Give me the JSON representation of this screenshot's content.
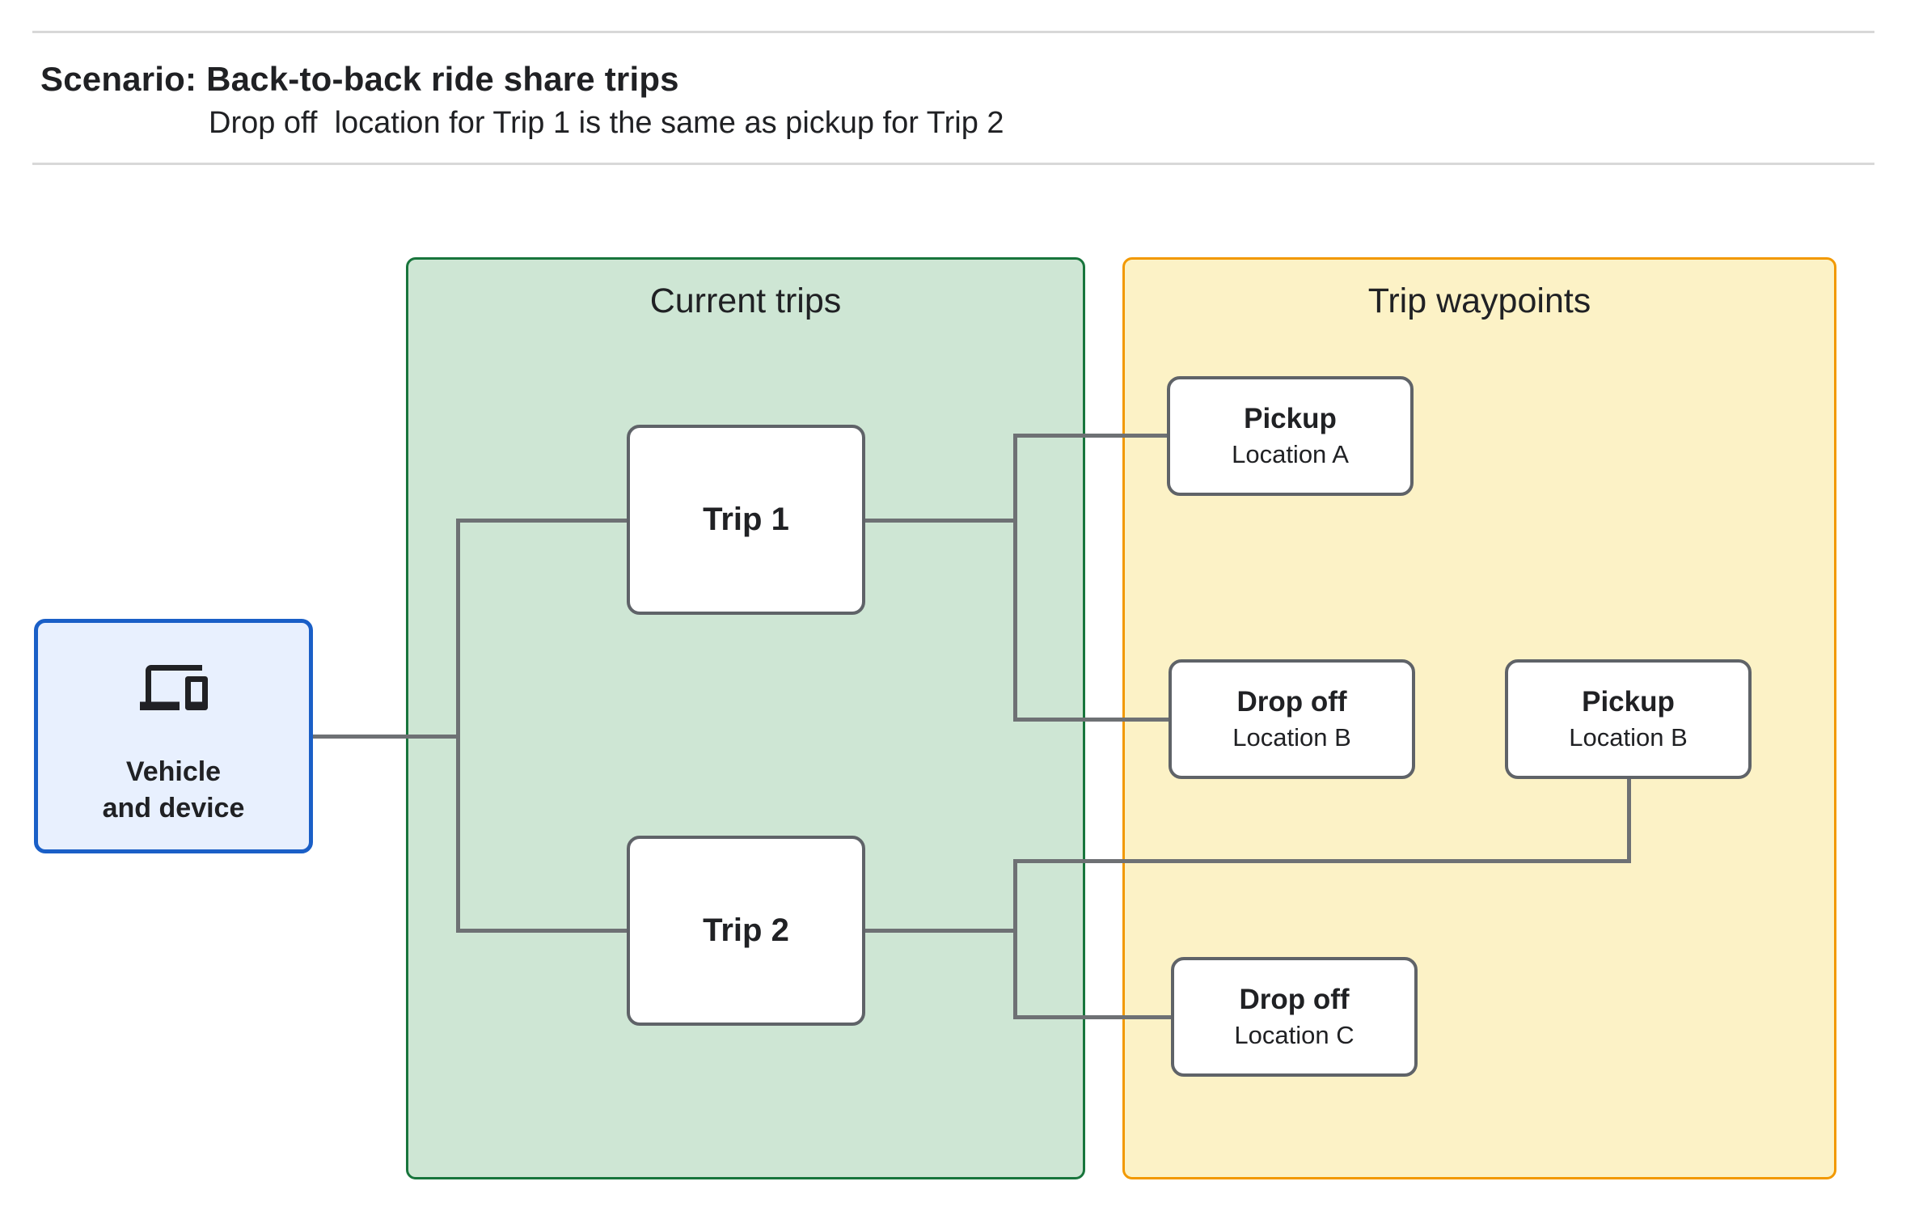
{
  "page": {
    "title": "Scenario: Back-to-back ride share trips",
    "subtitle": "Drop off  location for Trip 1 is the same as pickup for Trip 2"
  },
  "theme": {
    "background": "#FFFFFF",
    "divider": "#D8D8D8",
    "text": "#202124",
    "connector": "#6E7174",
    "node_border": "#5F6368",
    "node_fill": "#FFFFFF",
    "vehicle_fill": "#E8F0FE",
    "vehicle_border": "#1A5FC7",
    "trips_fill": "#CEE6D4",
    "trips_border": "#18753C",
    "waypoints_fill": "#FCF2C6",
    "waypoints_border": "#F29900"
  },
  "containers": {
    "current_trips": {
      "label": "Current trips"
    },
    "trip_waypoints": {
      "label": "Trip waypoints"
    }
  },
  "nodes": {
    "vehicle": {
      "label": "Vehicle\nand device",
      "icon": "devices-icon"
    },
    "trip1": {
      "label": "Trip 1"
    },
    "trip2": {
      "label": "Trip 2"
    },
    "pickup_a": {
      "title": "Pickup",
      "subtitle": "Location A"
    },
    "dropoff_b": {
      "title": "Drop off",
      "subtitle": "Location B"
    },
    "pickup_b": {
      "title": "Pickup",
      "subtitle": "Location B"
    },
    "dropoff_c": {
      "title": "Drop off",
      "subtitle": "Location C"
    }
  },
  "edges": [
    {
      "from": "vehicle",
      "to": "trip1"
    },
    {
      "from": "vehicle",
      "to": "trip2"
    },
    {
      "from": "trip1",
      "to": "pickup_a"
    },
    {
      "from": "trip1",
      "to": "dropoff_b"
    },
    {
      "from": "trip2",
      "to": "pickup_b"
    },
    {
      "from": "trip2",
      "to": "dropoff_c"
    }
  ]
}
